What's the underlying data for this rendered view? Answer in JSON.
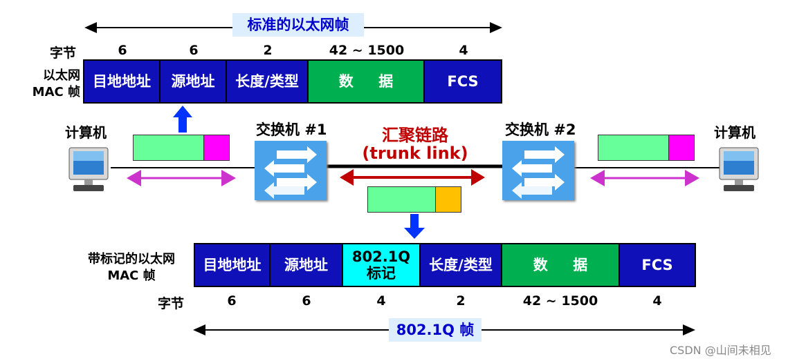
{
  "standard_frame": {
    "banner": "标准的以太网帧",
    "row_label": "以太网\nMAC 帧",
    "bytes_label": "字节",
    "fields": [
      {
        "label": "目地地址",
        "bytes": "6"
      },
      {
        "label": "源地址",
        "bytes": "6"
      },
      {
        "label": "长度/类型",
        "bytes": "2"
      },
      {
        "label": "数     据",
        "bytes": "42 ~ 1500"
      },
      {
        "label": "FCS",
        "bytes": "4"
      }
    ]
  },
  "network": {
    "computer_left": "计算机",
    "computer_right": "计算机",
    "switch1": "交换机 #1",
    "switch2": "交换机 #2",
    "trunk_title": "汇聚链路",
    "trunk_subtitle": "(trunk link)"
  },
  "tagged_frame": {
    "banner": "802.1Q 帧",
    "row_label": "带标记的以太网\nMAC 帧",
    "bytes_label": "字节",
    "fields": [
      {
        "label": "目地地址",
        "bytes": "6"
      },
      {
        "label": "源地址",
        "bytes": "6"
      },
      {
        "label": "802.1Q\n标记",
        "bytes": "4"
      },
      {
        "label": "长度/类型",
        "bytes": "2"
      },
      {
        "label": "数     据",
        "bytes": "42 ~ 1500"
      },
      {
        "label": "FCS",
        "bytes": "4"
      }
    ]
  },
  "watermark": "CSDN @山间未相见",
  "colors": {
    "field_blue": "#1010b8",
    "field_green": "#00b050",
    "field_cyan": "#00ffff",
    "packet_green": "#66ff99",
    "packet_magenta": "#ff00ff",
    "packet_orange": "#ffc000",
    "switch_blue": "#4aa3ea",
    "trunk_red": "#c00000",
    "arrow_purple": "#cc33cc",
    "arrow_blue": "#0033ff"
  }
}
